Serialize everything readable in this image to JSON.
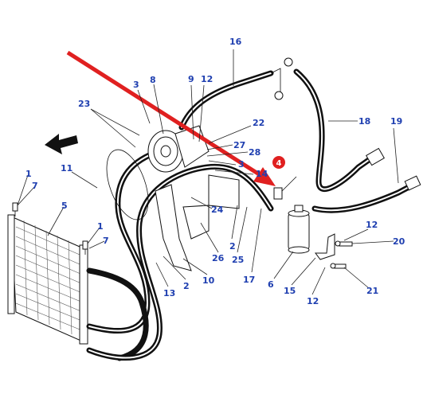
{
  "callouts": {
    "c16": "16",
    "c8": "8",
    "c9": "9",
    "c12a": "12",
    "c3a": "3",
    "c23": "23",
    "c22": "22",
    "c27": "27",
    "c28": "28",
    "c3b": "3",
    "c14": "14",
    "c18": "18",
    "c19": "19",
    "c11": "11",
    "c1a": "1",
    "c7a": "7",
    "c5": "5",
    "c24": "24",
    "c1b": "1",
    "c7b": "7",
    "c2a": "2",
    "c25": "25",
    "c26": "26",
    "c17": "17",
    "c10": "10",
    "c2b": "2",
    "c13": "13",
    "c6": "6",
    "c12b": "12",
    "c20": "20",
    "c15": "15",
    "c12c": "12",
    "c21": "21"
  },
  "highlight": {
    "label": "4",
    "color": "#e02020"
  },
  "colors": {
    "callout_text": "#1f3fb0",
    "arrow": "#e02020",
    "line": "#111111"
  },
  "icons": {
    "direction_arrow": "arrow-left-icon"
  }
}
